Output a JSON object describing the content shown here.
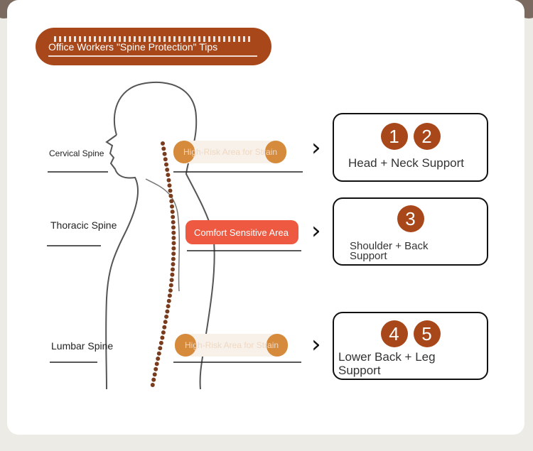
{
  "title": "Office Workers \"Spine Protection\" Tips",
  "colors": {
    "brand": "#a8471a",
    "accent_red": "#ee5a41",
    "tag_orange": "#d68a3c"
  },
  "labels": {
    "cervical": "Cervical Spine",
    "thoracic": "Thoracic Spine",
    "lumbar": "Lumbar Spine"
  },
  "tags": {
    "upper": "High-Risk Area for Strain",
    "middle": "Comfort Sensitive Area",
    "lower": "High-Risk Area for Strain"
  },
  "boxes": [
    {
      "numbers": [
        "1",
        "2"
      ],
      "text": "Head + Neck Support"
    },
    {
      "numbers": [
        "3"
      ],
      "text": "Shoulder + Back Support"
    },
    {
      "numbers": [
        "4",
        "5"
      ],
      "text": "Lower Back + Leg Support"
    }
  ],
  "icons": {
    "arrow": "chevron-right-icon"
  }
}
